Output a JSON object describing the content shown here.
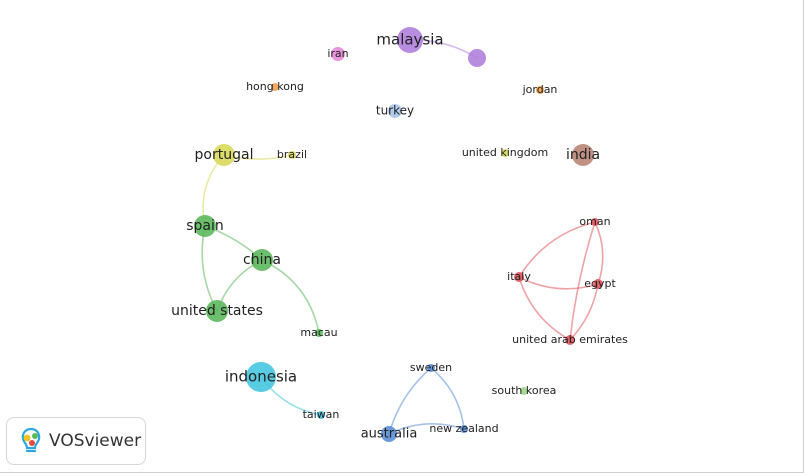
{
  "brand": {
    "name": "VOSviewer",
    "logo_colors": [
      "#2ca6e0",
      "#f0c419",
      "#5cb85c",
      "#e84c3d"
    ]
  },
  "clusters": {
    "red": "#e0575e",
    "green": "#5cb85c",
    "blue": "#5b8fd6",
    "yellow": "#d9d95a",
    "purple": "#b07fdc",
    "cyan": "#45c6e0",
    "orange": "#f0a050",
    "pink": "#e68ad8",
    "brown": "#b98574",
    "lightblue": "#a8c6ea",
    "lightgreen": "#9ed68c"
  },
  "nodes": [
    {
      "id": "malaysia",
      "label": "malaysia",
      "cluster": "purple",
      "weight": 5
    },
    {
      "id": "malaysia_unlabeled",
      "label": "",
      "cluster": "purple",
      "weight": 3
    },
    {
      "id": "iran",
      "label": "iran",
      "cluster": "pink",
      "weight": 2
    },
    {
      "id": "hong_kong",
      "label": "hong kong",
      "cluster": "orange",
      "weight": 1
    },
    {
      "id": "jordan",
      "label": "jordan",
      "cluster": "orange",
      "weight": 1
    },
    {
      "id": "turkey",
      "label": "turkey",
      "cluster": "lightblue",
      "weight": 2
    },
    {
      "id": "portugal",
      "label": "portugal",
      "cluster": "yellow",
      "weight": 4
    },
    {
      "id": "brazil",
      "label": "brazil",
      "cluster": "yellow",
      "weight": 1
    },
    {
      "id": "united_kingdom",
      "label": "united kingdom",
      "cluster": "yellow",
      "weight": 1
    },
    {
      "id": "india",
      "label": "india",
      "cluster": "brown",
      "weight": 4
    },
    {
      "id": "spain",
      "label": "spain",
      "cluster": "green",
      "weight": 4
    },
    {
      "id": "china",
      "label": "china",
      "cluster": "green",
      "weight": 4
    },
    {
      "id": "united_states",
      "label": "united states",
      "cluster": "green",
      "weight": 4
    },
    {
      "id": "macau",
      "label": "macau",
      "cluster": "green",
      "weight": 1
    },
    {
      "id": "oman",
      "label": "oman",
      "cluster": "red",
      "weight": 1
    },
    {
      "id": "italy",
      "label": "italy",
      "cluster": "red",
      "weight": 1
    },
    {
      "id": "egypt",
      "label": "egypt",
      "cluster": "red",
      "weight": 1
    },
    {
      "id": "uae",
      "label": "united arab emirates",
      "cluster": "red",
      "weight": 1
    },
    {
      "id": "indonesia",
      "label": "indonesia",
      "cluster": "cyan",
      "weight": 6
    },
    {
      "id": "taiwan",
      "label": "taiwan",
      "cluster": "cyan",
      "weight": 1
    },
    {
      "id": "sweden",
      "label": "sweden",
      "cluster": "blue",
      "weight": 1
    },
    {
      "id": "south_korea",
      "label": "south korea",
      "cluster": "lightgreen",
      "weight": 1
    },
    {
      "id": "australia",
      "label": "australia",
      "cluster": "blue",
      "weight": 3
    },
    {
      "id": "new_zealand",
      "label": "new zealand",
      "cluster": "blue",
      "weight": 1
    }
  ],
  "links": [
    {
      "source": "malaysia",
      "target": "malaysia_unlabeled"
    },
    {
      "source": "portugal",
      "target": "brazil"
    },
    {
      "source": "portugal",
      "target": "spain"
    },
    {
      "source": "spain",
      "target": "china"
    },
    {
      "source": "spain",
      "target": "united_states"
    },
    {
      "source": "china",
      "target": "united_states"
    },
    {
      "source": "china",
      "target": "macau"
    },
    {
      "source": "oman",
      "target": "italy"
    },
    {
      "source": "oman",
      "target": "egypt"
    },
    {
      "source": "oman",
      "target": "uae"
    },
    {
      "source": "italy",
      "target": "egypt"
    },
    {
      "source": "italy",
      "target": "uae"
    },
    {
      "source": "egypt",
      "target": "uae"
    },
    {
      "source": "indonesia",
      "target": "taiwan"
    },
    {
      "source": "sweden",
      "target": "australia"
    },
    {
      "source": "sweden",
      "target": "new_zealand"
    },
    {
      "source": "australia",
      "target": "new_zealand"
    }
  ]
}
